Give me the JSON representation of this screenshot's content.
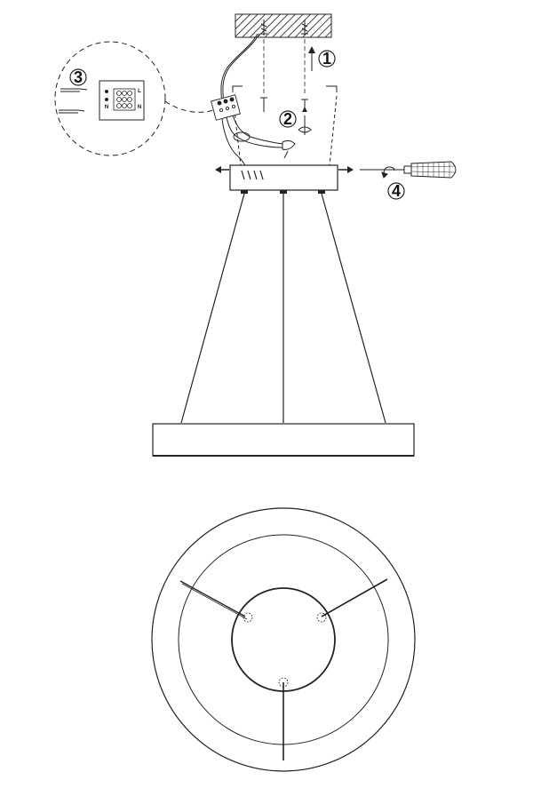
{
  "steps": [
    {
      "id": "1",
      "label": "1"
    },
    {
      "id": "2",
      "label": "2"
    },
    {
      "id": "3",
      "label": "3"
    },
    {
      "id": "4",
      "label": "4"
    }
  ],
  "terminal_labels": {
    "live": "L",
    "neutral": "N"
  },
  "colors": {
    "line": "#222222",
    "hatch": "#444444",
    "background": "#ffffff"
  },
  "icons": [
    "screwdriver-icon",
    "screw-icon",
    "arrow-up-icon",
    "rotate-arrow-icon",
    "terminal-block-icon",
    "wire-connector-icon"
  ]
}
